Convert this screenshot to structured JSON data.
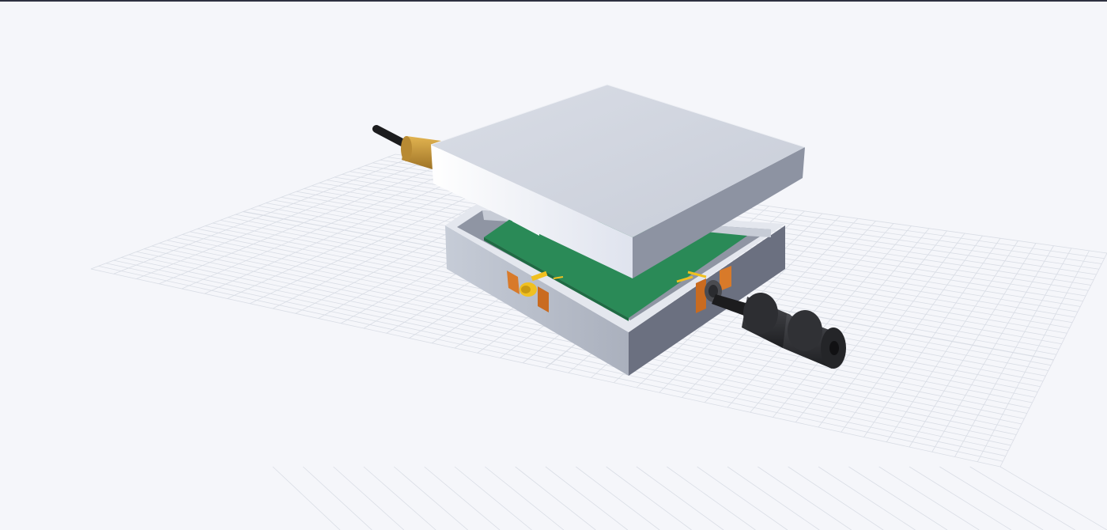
{
  "viewport": {
    "background": "#f5f6fa",
    "top_strip_color": "#2e3140"
  },
  "scene": {
    "floor_grid": {
      "visible": true,
      "line_color": "#d9dde5"
    },
    "objects": [
      {
        "name": "enclosure-lid",
        "color": "#d3d8e2"
      },
      {
        "name": "enclosure-base",
        "color": "#b3b9c6"
      },
      {
        "name": "pcb",
        "color": "#2a8a57"
      },
      {
        "name": "sma-connector-left",
        "color": "#c8962f"
      },
      {
        "name": "coax-cable-left",
        "color": "#1c1c1e"
      },
      {
        "name": "connector-right",
        "color": "#2f3033"
      },
      {
        "name": "sma-jack-front",
        "color": "#f0c020"
      },
      {
        "name": "solder-tabs",
        "color": "#d87a2a"
      }
    ]
  }
}
